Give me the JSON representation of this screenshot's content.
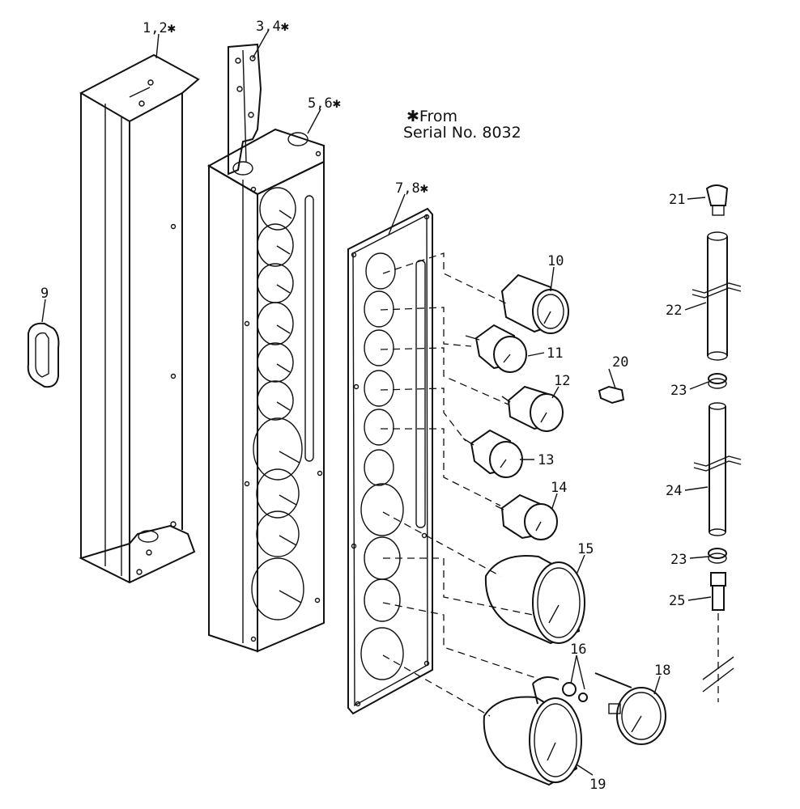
{
  "note": {
    "line1": "✱From",
    "line2": "Serial No. 8032"
  },
  "callouts": {
    "c_1_2": "1,2✱",
    "c_3_4": "3,4✱",
    "c_5_6": "5,6✱",
    "c_7_8": "7,8✱",
    "c_9": "9",
    "c_10": "10",
    "c_11": "11",
    "c_12": "12",
    "c_13": "13",
    "c_14": "14",
    "c_15": "15",
    "c_16": "16",
    "c_18": "18",
    "c_19": "19",
    "c_20": "20",
    "c_21": "21",
    "c_22": "22",
    "c_23a": "23",
    "c_23b": "23",
    "c_24": "24",
    "c_25": "25"
  }
}
